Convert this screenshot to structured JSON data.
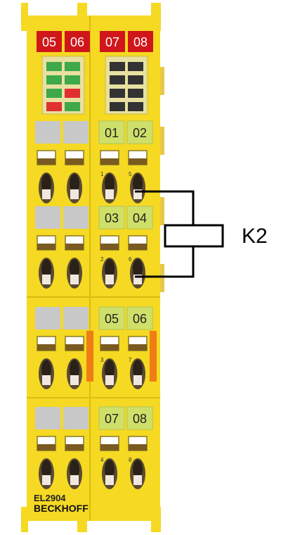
{
  "terminal": {
    "model": "EL2904",
    "brand": "BECKHOFF",
    "top_labels": [
      "05",
      "06",
      "07",
      "08"
    ],
    "rows": [
      {
        "labels": [
          "01",
          "02"
        ],
        "pins": [
          "1",
          "5"
        ]
      },
      {
        "labels": [
          "03",
          "04"
        ],
        "pins": [
          "2",
          "6"
        ]
      },
      {
        "labels": [
          "05",
          "06"
        ],
        "pins": [
          "3",
          "7"
        ]
      },
      {
        "labels": [
          "07",
          "08"
        ],
        "pins": [
          "4",
          "8"
        ]
      }
    ]
  },
  "relay": {
    "label": "K2"
  },
  "colors": {
    "housing": "#f5d923",
    "housing_dark": "#d9bd10",
    "red_label": "#d0161a",
    "label_green": "#cfe06a",
    "gray_block": "#c8c8c8",
    "orange": "#ef7d14",
    "led_green": "#3ea84a",
    "led_red": "#e03030",
    "led_off": "#333333",
    "wire": "#000000"
  }
}
